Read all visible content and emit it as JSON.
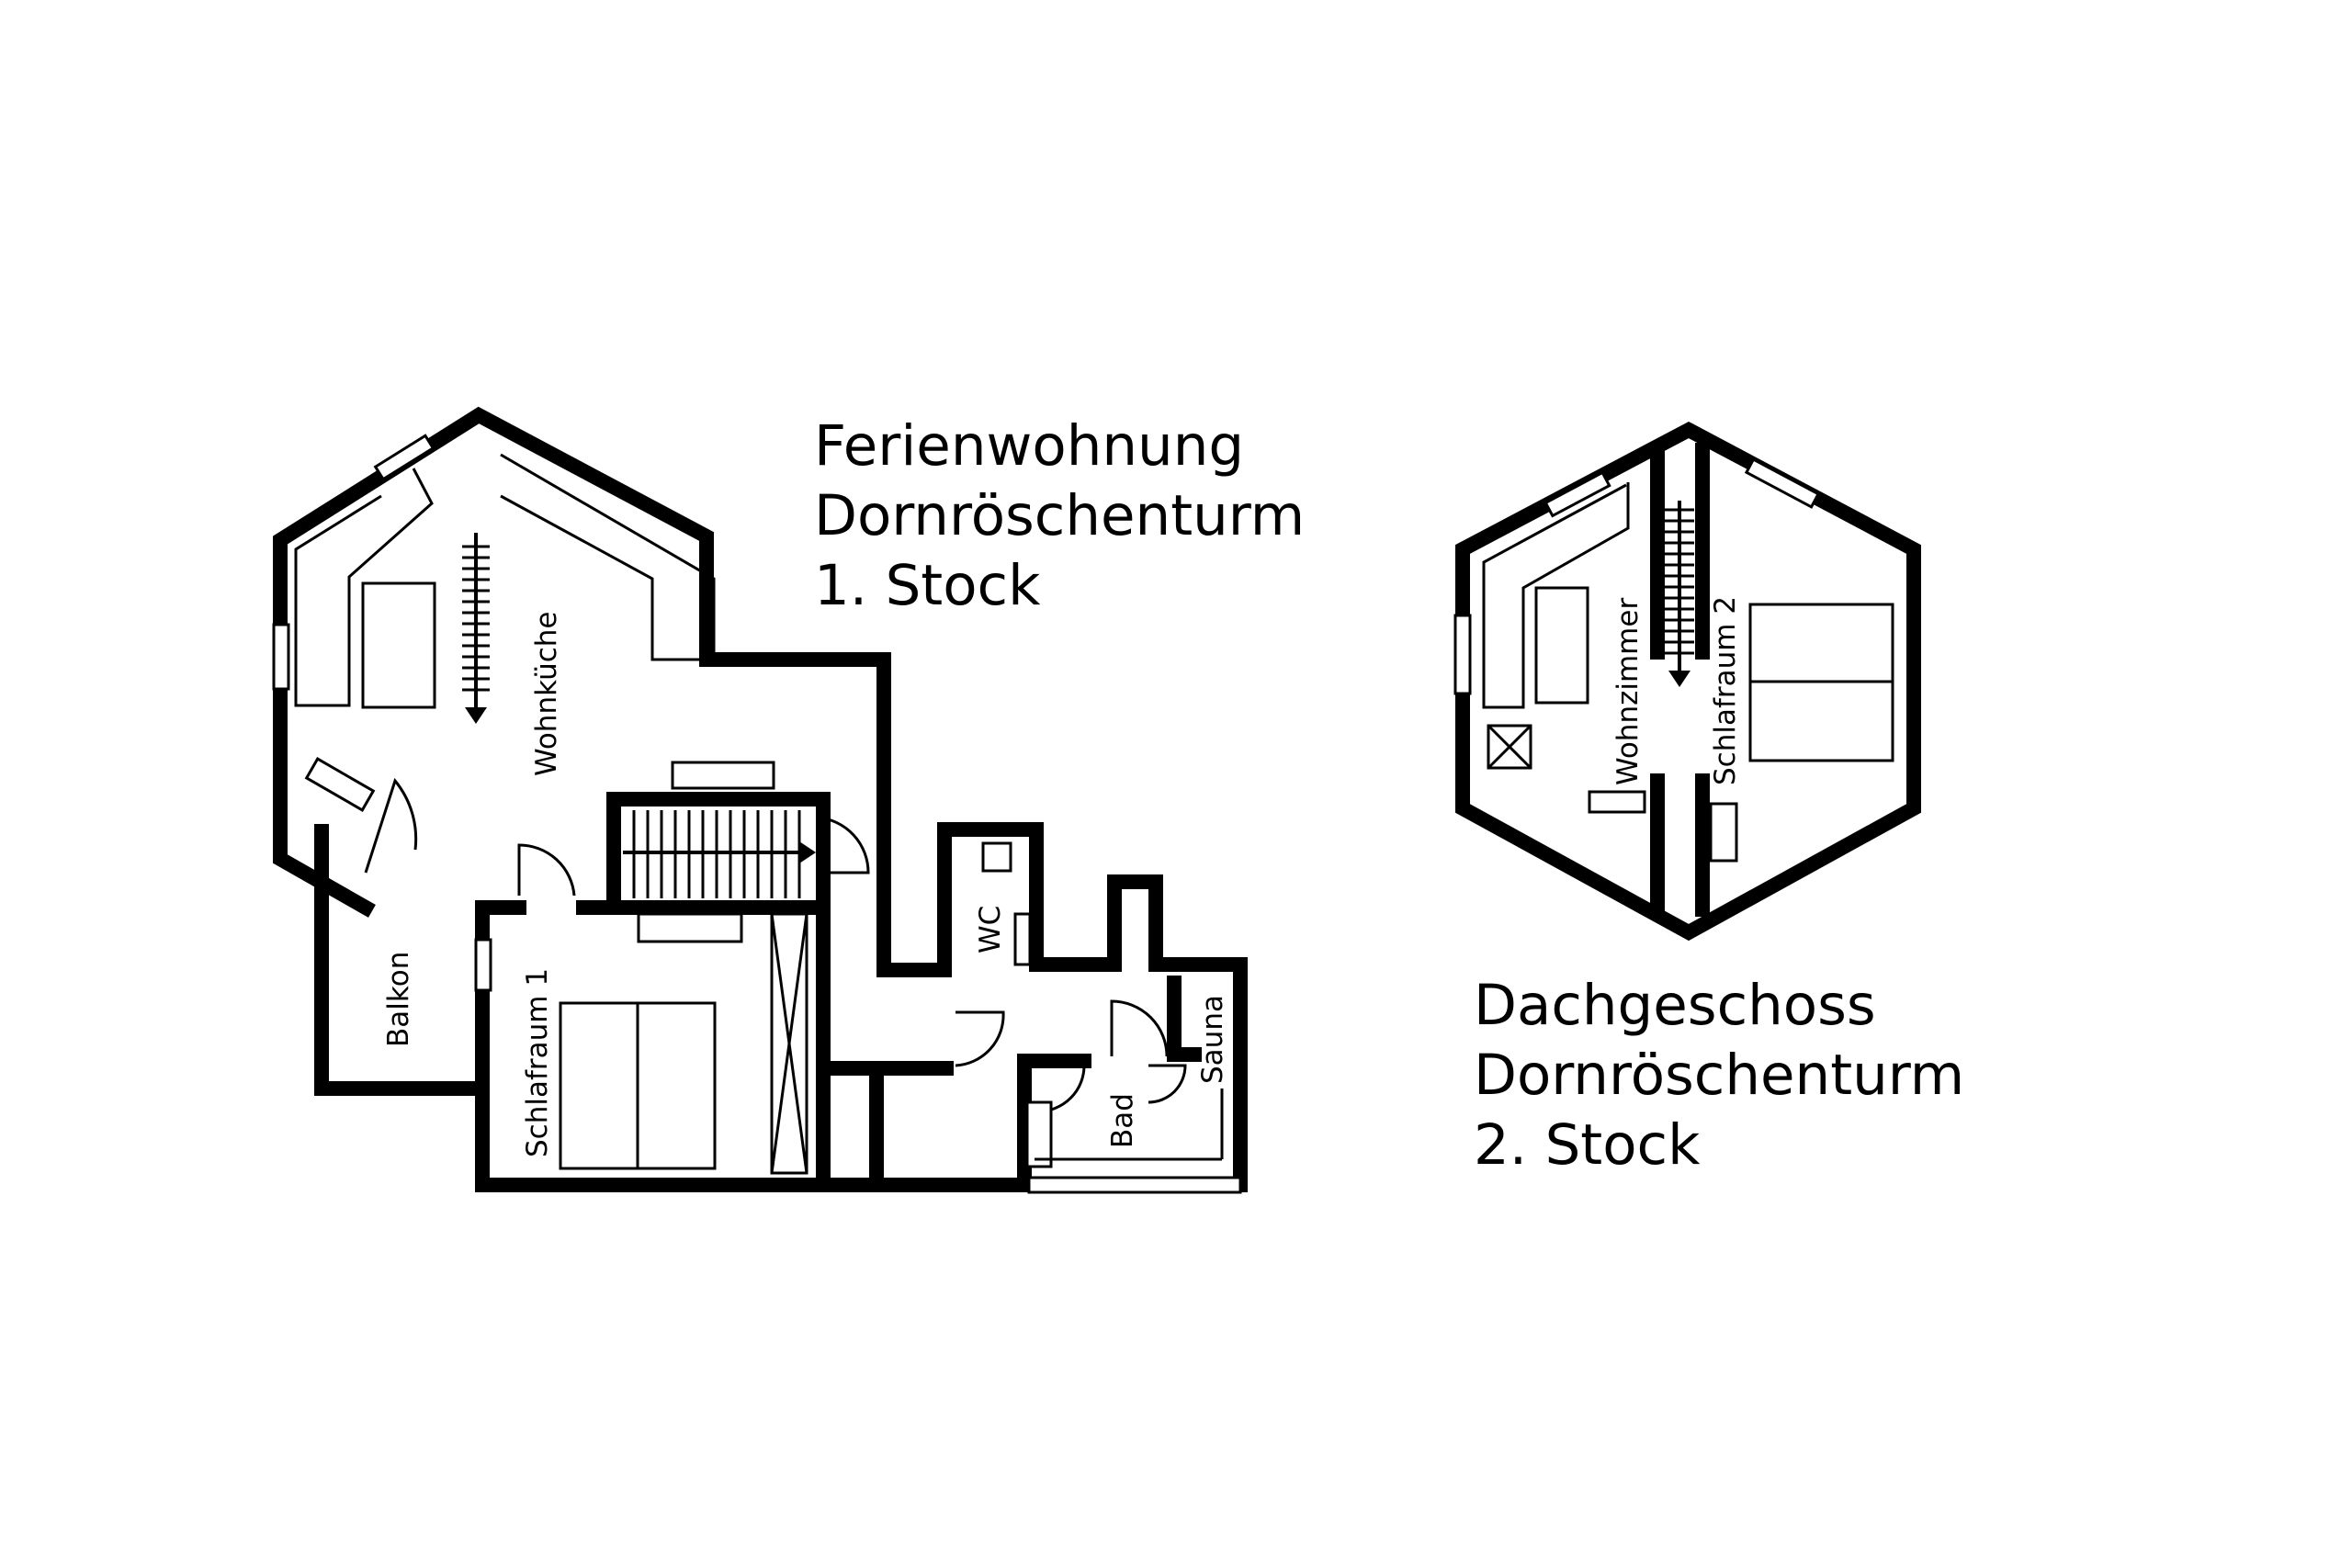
{
  "floor1": {
    "title_lines": [
      "Ferienwohnung",
      "Dornröschenturm",
      "1. Stock"
    ],
    "rooms": {
      "wohnkueche": "Wohnküche",
      "balkon": "Balkon",
      "schlafraum1": "Schlafraum 1",
      "wc": "WC",
      "bad": "Bad",
      "sauna": "Sauna"
    }
  },
  "floor2": {
    "title_lines": [
      "Dachgeschoss",
      "Dornröschenturm",
      "2. Stock"
    ],
    "rooms": {
      "wohnzimmer": "Wohnzimmer",
      "schlafraum2": "Schlafraum 2"
    }
  },
  "colors": {
    "ink": "#000000",
    "paper": "#ffffff"
  }
}
